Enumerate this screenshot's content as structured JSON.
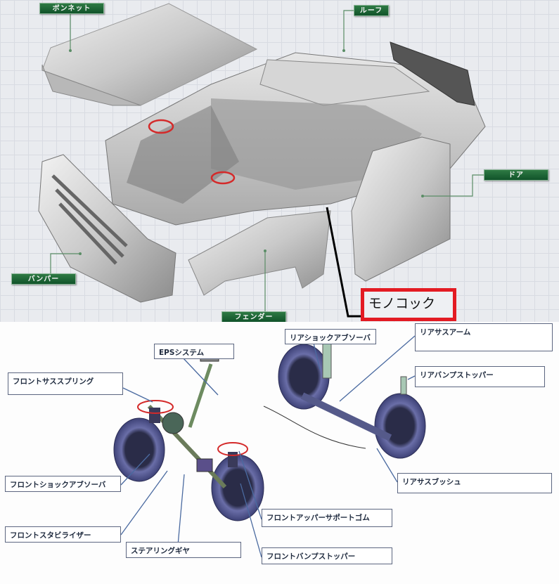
{
  "body_parts": {
    "bonnet": "ボンネット",
    "roof": "ルーフ",
    "door": "ドア",
    "bumper": "バンパー",
    "fender": "フェンダー",
    "monocoque": "モノコック"
  },
  "suspension_parts": {
    "eps_system": "EPSシステム",
    "front_sus_spring": "フロントサススプリング",
    "front_shock_absorber": "フロントショックアブソーバ",
    "front_stabilizer": "フロントスタビライザー",
    "steering_gear": "ステアリングギヤ",
    "front_upper_support_rubber": "フロントアッパーサポートゴム",
    "front_bump_stopper": "フロントバンプストッパー",
    "rear_shock_absorber": "リアショックアブソーバ",
    "rear_sus_arm": "リアサスアーム",
    "rear_bump_stopper": "リアバンプストッパー",
    "rear_sus_bush": "リアサスブッシュ"
  },
  "colors": {
    "label_green": "#11532a",
    "highlight_red": "#e31b23",
    "callout_blue": "#4a6aa0",
    "wheel_purple": "#4b4f8c"
  }
}
